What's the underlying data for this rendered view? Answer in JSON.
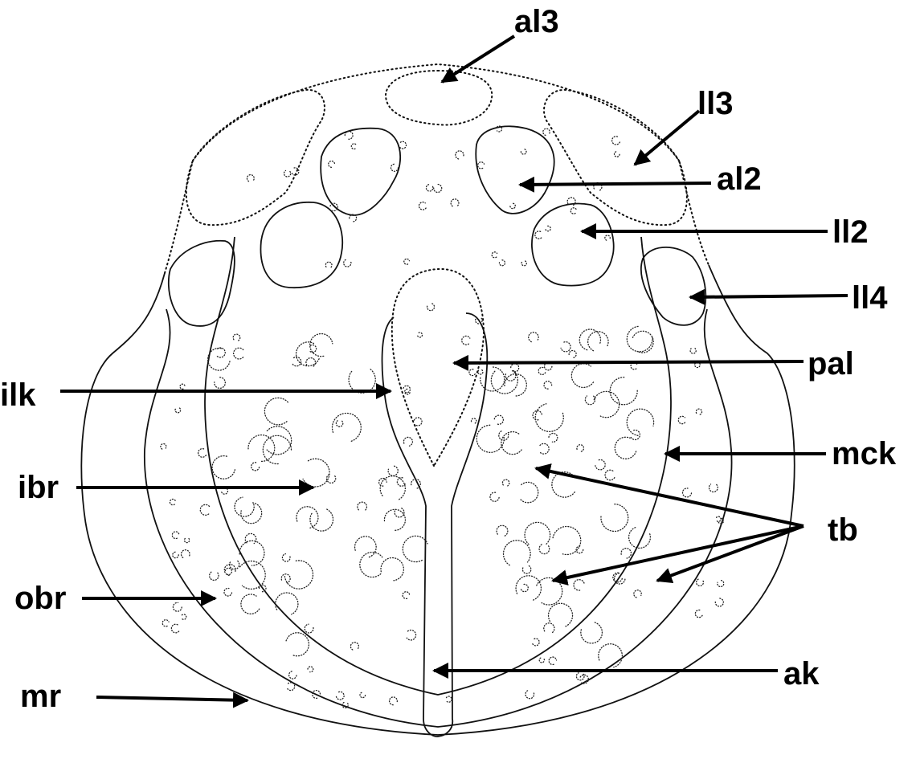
{
  "labels": {
    "al3": "al3",
    "ll3": "ll3",
    "al2": "al2",
    "ll2": "ll2",
    "ll4": "ll4",
    "pal": "pal",
    "ilk": "ilk",
    "mck": "mck",
    "ibr": "ibr",
    "tb": "tb",
    "obr": "obr",
    "ak": "ak",
    "mr": "mr"
  }
}
